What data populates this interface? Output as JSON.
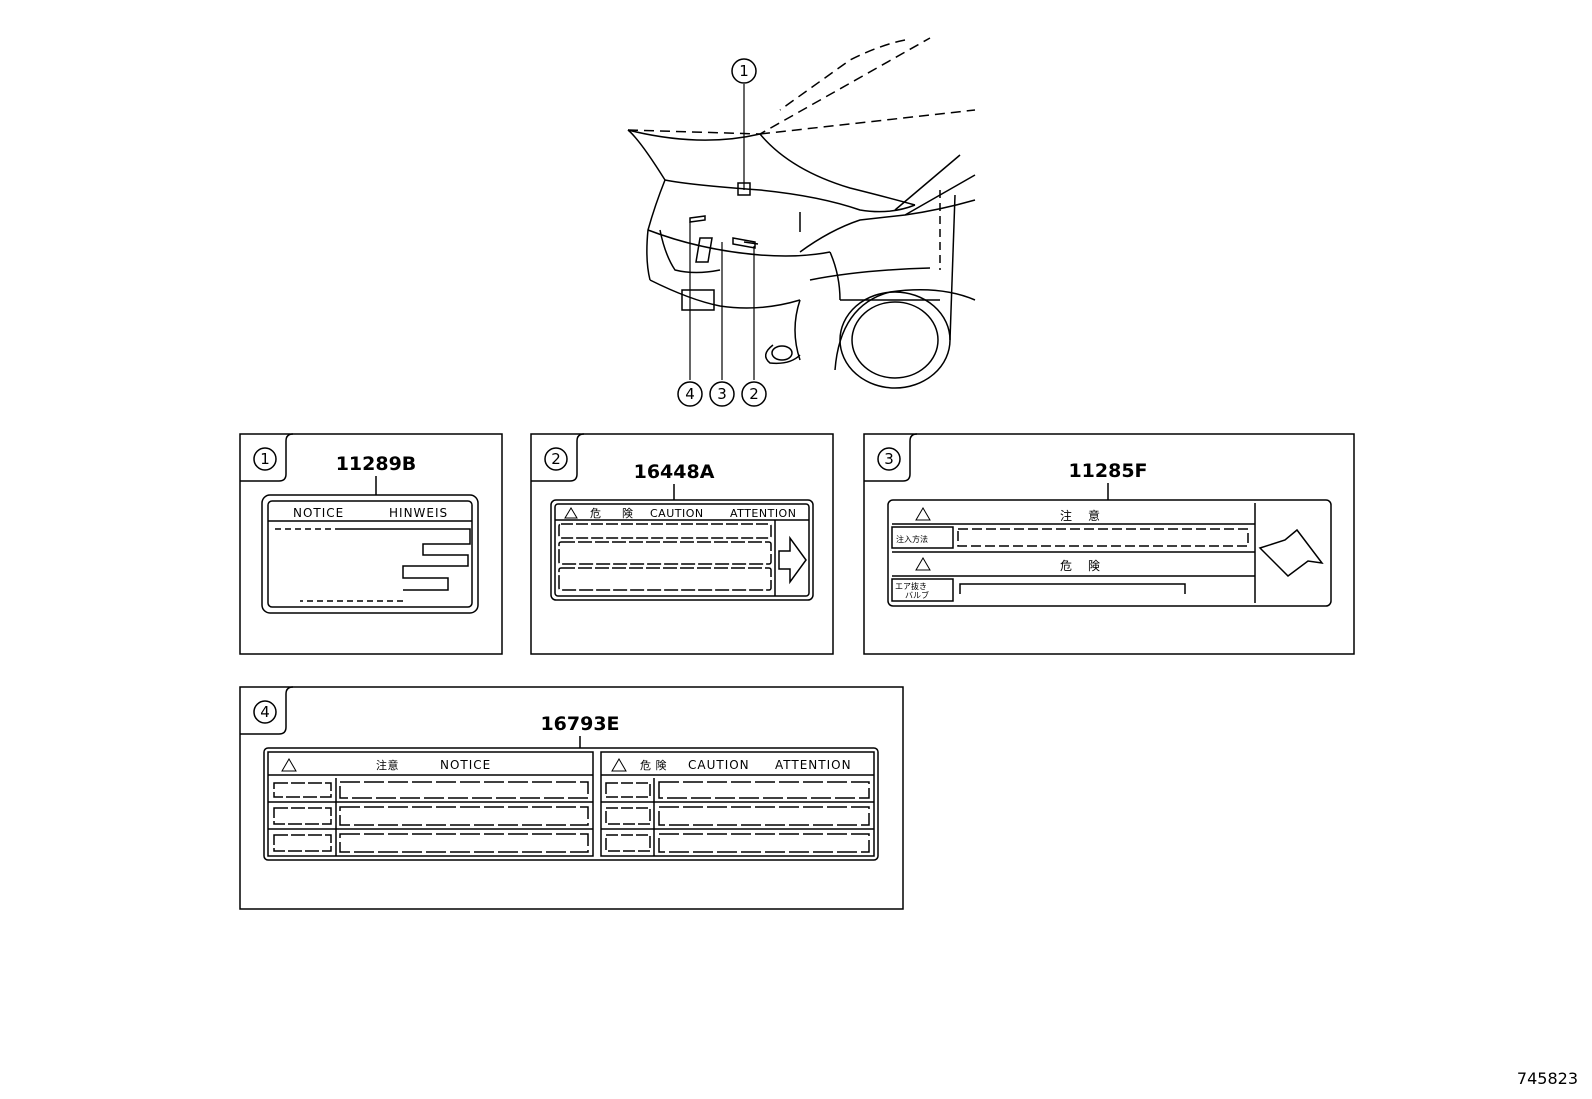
{
  "callouts": [
    "1",
    "2",
    "3",
    "4"
  ],
  "panels": [
    {
      "number": "1",
      "part_number": "11289B",
      "headings": [
        "NOTICE",
        "HINWEIS"
      ]
    },
    {
      "number": "2",
      "part_number": "16448A",
      "headings": [
        "危",
        "険",
        "CAUTION",
        "ATTENTION"
      ]
    },
    {
      "number": "3",
      "part_number": "11285F",
      "headings": [
        "注",
        "意",
        "危",
        "険"
      ],
      "rows": [
        "注入方法",
        "エア抜き",
        "バルブ"
      ]
    },
    {
      "number": "4",
      "part_number": "16793E",
      "headings": [
        "注意",
        "NOTICE",
        "危 険",
        "CAUTION",
        "ATTENTION"
      ]
    }
  ],
  "reference_number": "745823",
  "icons": [
    "warning-triangle-icon",
    "arrow-right-icon",
    "arrow-up-right-icon"
  ]
}
